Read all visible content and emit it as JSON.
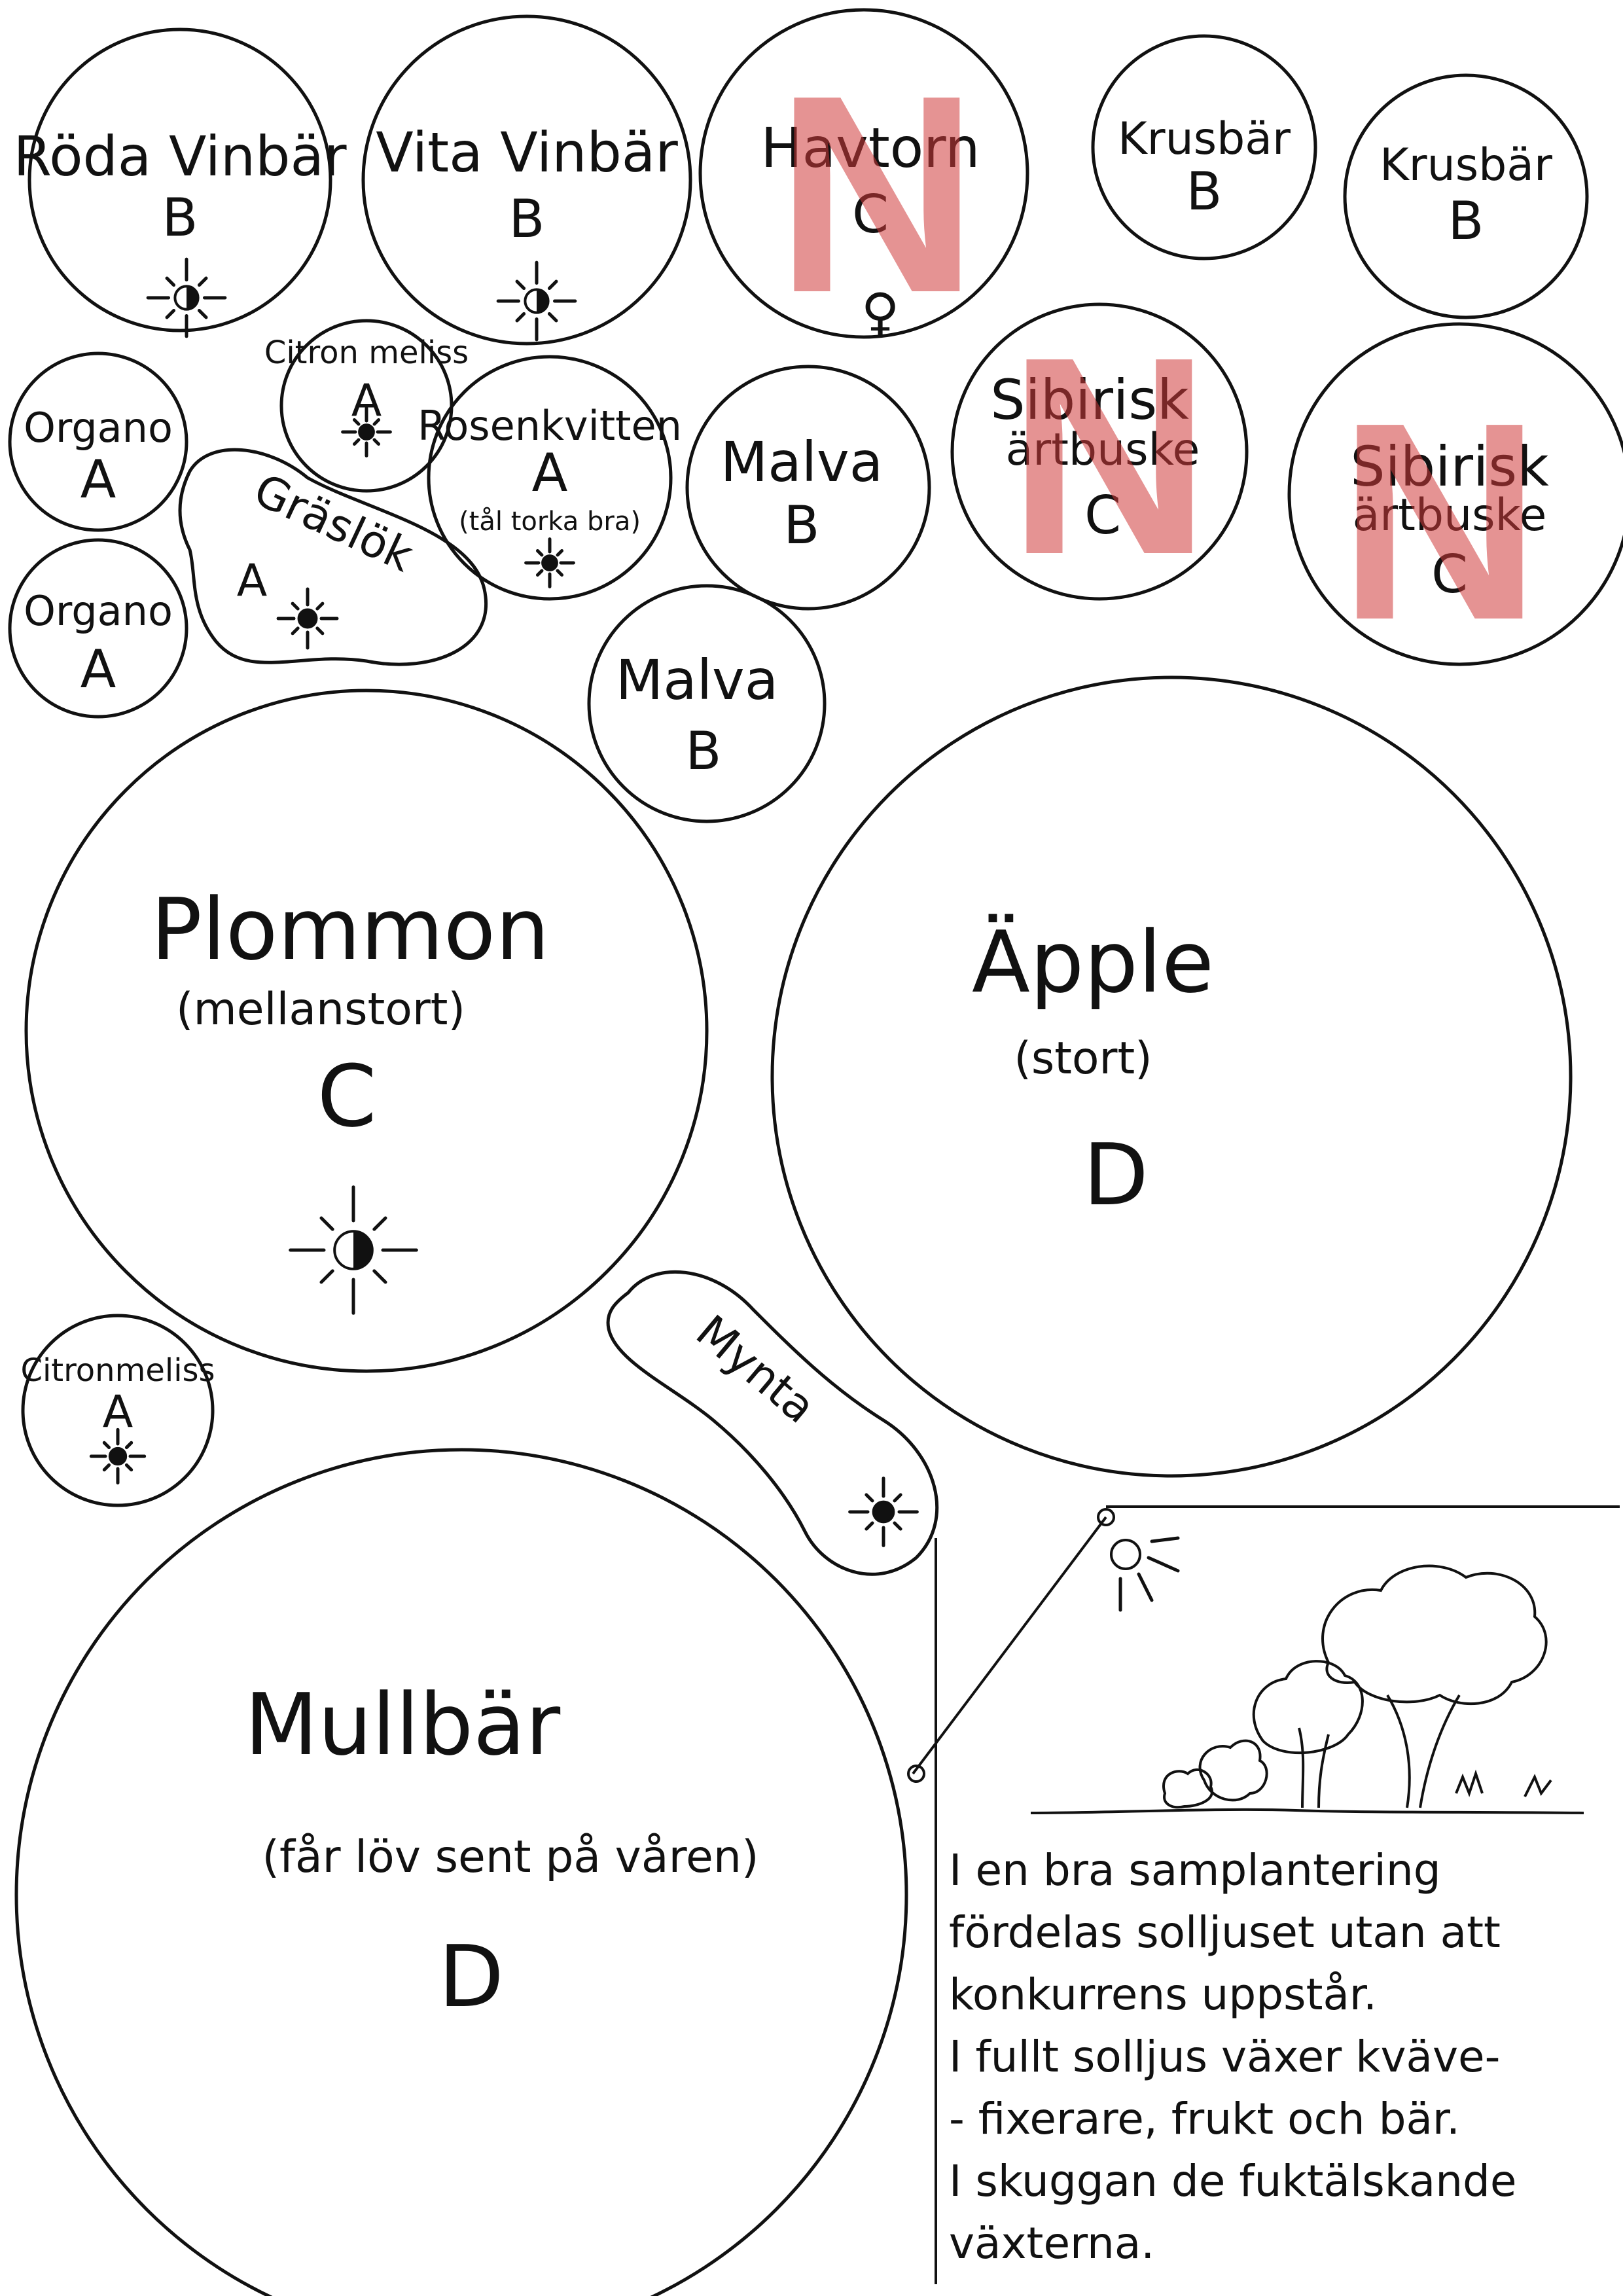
{
  "plants": {
    "roda_vinbar": {
      "name": "Röda Vinbär",
      "grade": "B"
    },
    "vita_vinbar": {
      "name": "Vita Vinbär",
      "grade": "B"
    },
    "havtorn": {
      "name": "Havtorn",
      "grade": "C",
      "symbol": "♀"
    },
    "krusbar_1": {
      "name": "Krusbär",
      "grade": "B"
    },
    "krusbar_2": {
      "name": "Krusbär",
      "grade": "B"
    },
    "citronmeliss_1": {
      "name": "Citron meliss",
      "grade": "A"
    },
    "organo_1": {
      "name": "Organo",
      "grade": "A"
    },
    "organo_2": {
      "name": "Organo",
      "grade": "A"
    },
    "graslok": {
      "name": "Gräslök",
      "grade": "A"
    },
    "rosenkvitten": {
      "name": "Rosenkvitten",
      "grade": "A",
      "note": "(tål torka bra)"
    },
    "malva_1": {
      "name": "Malva",
      "grade": "B"
    },
    "malva_2": {
      "name": "Malva",
      "grade": "B"
    },
    "sibirisk_1": {
      "name_1": "Sibirisk",
      "name_2": "ärtbuske",
      "grade": "C"
    },
    "sibirisk_2": {
      "name_1": "Sibirisk",
      "name_2": "ärtbuske",
      "grade": "C"
    },
    "plommon": {
      "name": "Plommon",
      "note": "(mellanstort)",
      "grade": "C"
    },
    "apple": {
      "name": "Äpple",
      "note": "(stort)",
      "grade": "D"
    },
    "citronmeliss_2": {
      "name": "Citronmeliss",
      "grade": "A"
    },
    "mynta": {
      "name": "Mynta"
    },
    "mullbar": {
      "name": "Mullbär",
      "note": "(får löv sent på våren)",
      "grade": "D"
    }
  },
  "nitrogen_marker": "N",
  "colors": {
    "nitrogen_marker": "#d03a3a",
    "ink": "#111111"
  },
  "note_lines": [
    "I en bra samplantering",
    "fördelas solljuset utan att",
    "konkurrens uppstår.",
    "I fullt solljus växer kväve-",
    "- fixerare, frukt och bär.",
    "I skuggan de fuktälskande",
    "växterna."
  ]
}
